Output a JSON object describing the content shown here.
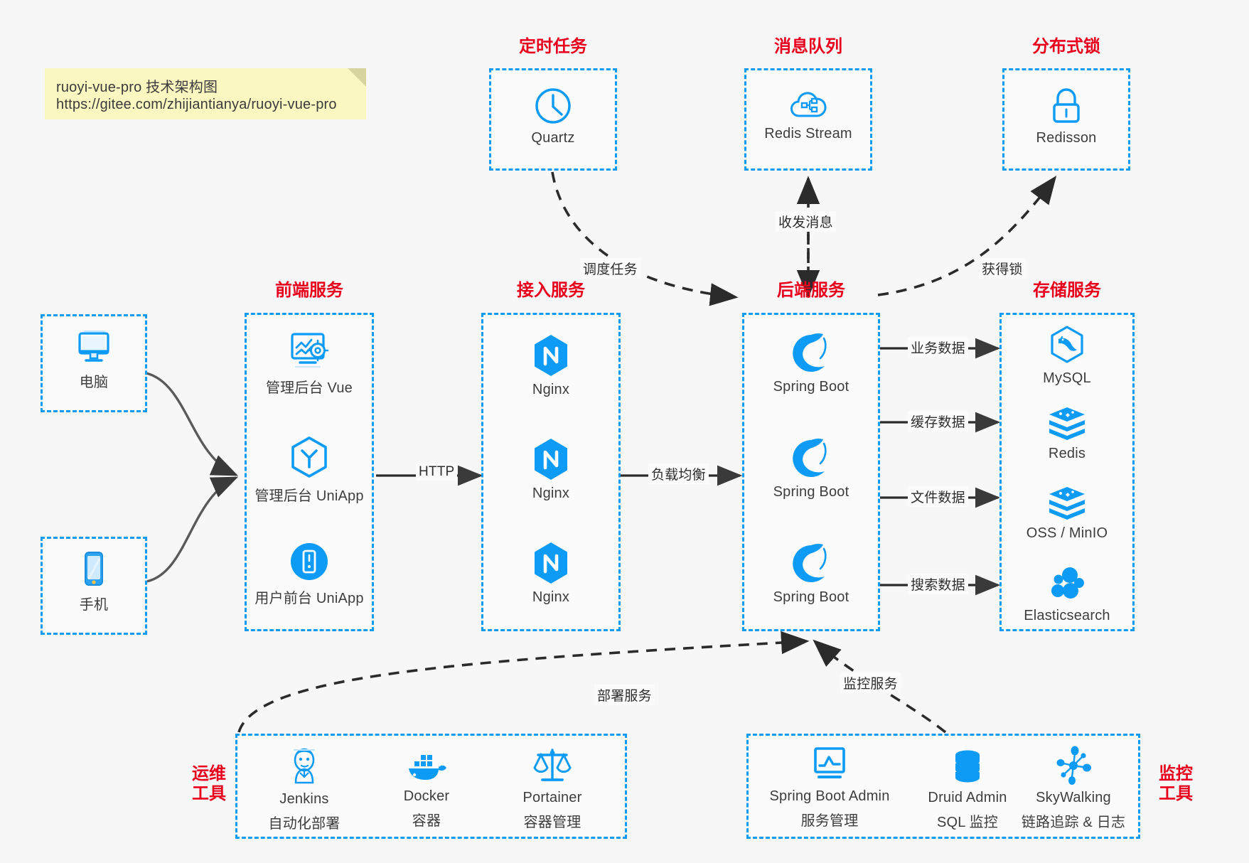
{
  "note": {
    "line1": "ruoyi-vue-pro 技术架构图",
    "line2": "https://gitee.com/zhijiantianya/ruoyi-vue-pro"
  },
  "colors": {
    "accent_blue": "#0e9bf5",
    "title_red": "#e8001c",
    "canvas_bg": "#f7f7f7",
    "box_bg": "#fbfbfb",
    "note_bg": "#fbf7c0",
    "wire_gray": "#4d4d4d",
    "text_dark": "#3d3d3d"
  },
  "groups": {
    "scheduled_task": {
      "title": "定时任务",
      "nodes": [
        {
          "label": "Quartz",
          "icon": "clock-icon"
        }
      ]
    },
    "message_queue": {
      "title": "消息队列",
      "nodes": [
        {
          "label": "Redis Stream",
          "icon": "cloud-stream-icon"
        }
      ]
    },
    "distributed_lock": {
      "title": "分布式锁",
      "nodes": [
        {
          "label": "Redisson",
          "icon": "lock-icon"
        }
      ]
    },
    "client_pc": {
      "title": "",
      "nodes": [
        {
          "label": "电脑",
          "icon": "desktop-icon"
        }
      ]
    },
    "client_mobile": {
      "title": "",
      "nodes": [
        {
          "label": "手机",
          "icon": "phone-icon"
        }
      ]
    },
    "frontend": {
      "title": "前端服务",
      "nodes": [
        {
          "label": "管理后台 Vue",
          "icon": "dashboard-gear-icon"
        },
        {
          "label": "管理后台 UniApp",
          "icon": "uniapp-hexagon-icon"
        },
        {
          "label": "用户前台 UniApp",
          "icon": "mobile-circle-icon"
        }
      ]
    },
    "gateway": {
      "title": "接入服务",
      "nodes": [
        {
          "label": "Nginx",
          "icon": "nginx-icon"
        },
        {
          "label": "Nginx",
          "icon": "nginx-icon"
        },
        {
          "label": "Nginx",
          "icon": "nginx-icon"
        }
      ]
    },
    "backend": {
      "title": "后端服务",
      "nodes": [
        {
          "label": "Spring Boot",
          "icon": "spring-leaf-icon"
        },
        {
          "label": "Spring Boot",
          "icon": "spring-leaf-icon"
        },
        {
          "label": "Spring Boot",
          "icon": "spring-leaf-icon"
        }
      ]
    },
    "storage": {
      "title": "存储服务",
      "nodes": [
        {
          "label": "MySQL",
          "icon": "mysql-dolphin-icon"
        },
        {
          "label": "Redis",
          "icon": "redis-stack-icon"
        },
        {
          "label": "OSS / MinIO",
          "icon": "redis-stack-icon"
        },
        {
          "label": "Elasticsearch",
          "icon": "elasticsearch-icon"
        }
      ]
    },
    "devops": {
      "title_line1": "运维",
      "title_line2": "工具",
      "nodes": [
        {
          "label": "Jenkins",
          "sublabel": "自动化部署",
          "icon": "jenkins-butler-icon"
        },
        {
          "label": "Docker",
          "sublabel": "容器",
          "icon": "docker-whale-icon"
        },
        {
          "label": "Portainer",
          "sublabel": "容器管理",
          "icon": "scales-icon"
        }
      ]
    },
    "monitoring": {
      "title_line1": "监控",
      "title_line2": "工具",
      "nodes": [
        {
          "label": "Spring Boot Admin",
          "sublabel": "服务管理",
          "icon": "monitor-chart-icon"
        },
        {
          "label": "Druid Admin",
          "sublabel": "SQL 监控",
          "icon": "database-icon"
        },
        {
          "label": "SkyWalking",
          "sublabel": "链路追踪 & 日志",
          "icon": "skywalking-node-icon"
        }
      ]
    }
  },
  "edges": [
    {
      "id": "pc-to-frontend",
      "label": "",
      "style": "solid"
    },
    {
      "id": "mobile-to-frontend",
      "label": "",
      "style": "solid"
    },
    {
      "id": "frontend-to-gateway",
      "label": "HTTP",
      "style": "solid"
    },
    {
      "id": "gateway-to-backend",
      "label": "负载均衡",
      "style": "solid"
    },
    {
      "id": "quartz-to-backend",
      "label": "调度任务",
      "style": "dashed"
    },
    {
      "id": "backend-to-mq",
      "label": "收发消息",
      "style": "dashed"
    },
    {
      "id": "backend-to-lock",
      "label": "获得锁",
      "style": "dashed"
    },
    {
      "id": "backend-to-mysql",
      "label": "业务数据",
      "style": "solid"
    },
    {
      "id": "backend-to-redis",
      "label": "缓存数据",
      "style": "solid"
    },
    {
      "id": "backend-to-oss",
      "label": "文件数据",
      "style": "solid"
    },
    {
      "id": "backend-to-es",
      "label": "搜索数据",
      "style": "solid"
    },
    {
      "id": "devops-to-backend",
      "label": "部署服务",
      "style": "dashed"
    },
    {
      "id": "monitoring-to-backend",
      "label": "监控服务",
      "style": "dashed"
    }
  ]
}
